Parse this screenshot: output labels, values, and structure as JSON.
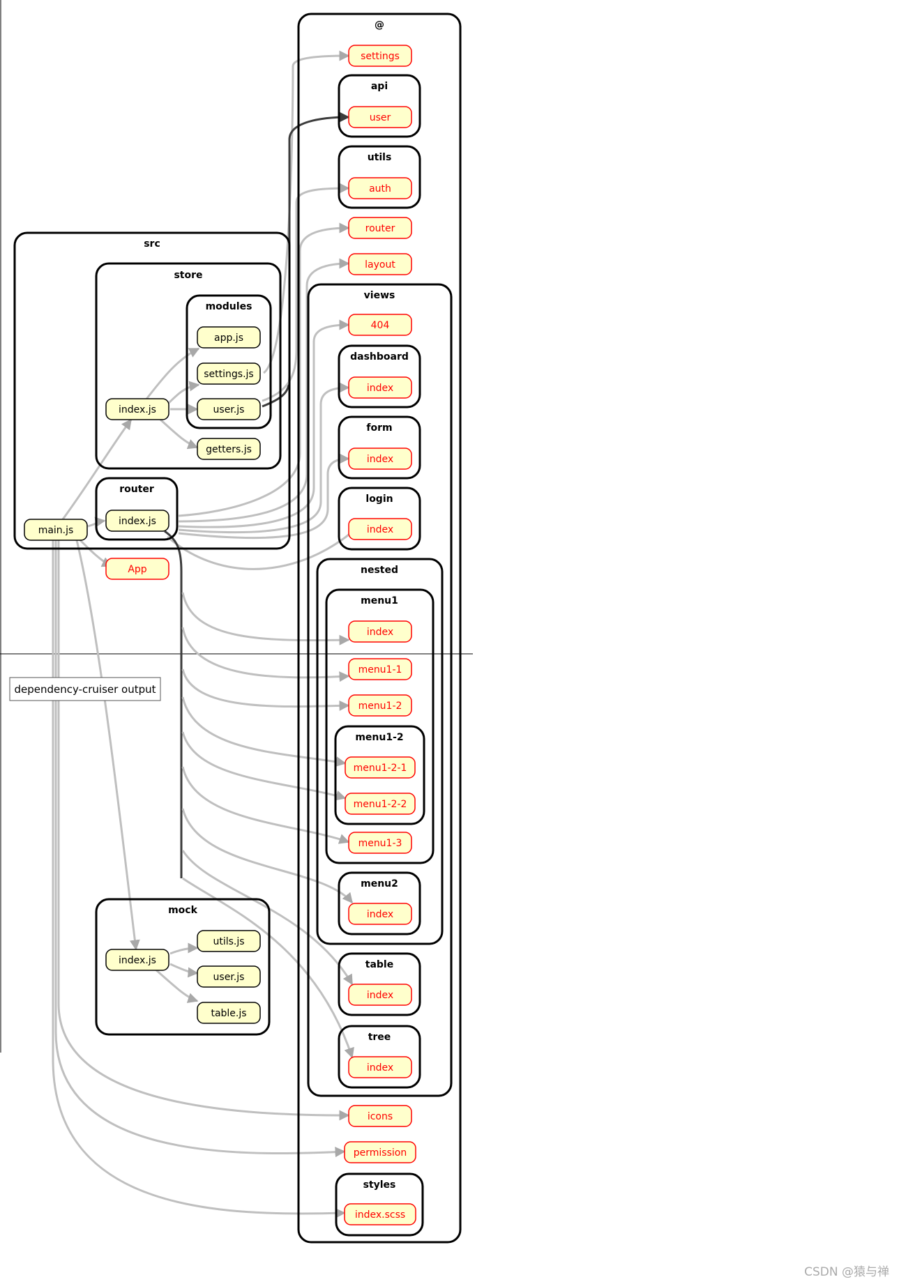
{
  "legend": {
    "text": "dependency-cruiser output"
  },
  "watermark": "CSDN @猿与禅",
  "colors": {
    "internal_fill": "#ffffcc",
    "alias_text": "#ff0000",
    "alias_border": "#ff0000",
    "edge": "#bfbfbf",
    "cluster_border": "#000000"
  },
  "clusters": {
    "src": "src",
    "store": "store",
    "modules": "modules",
    "router": "router",
    "mock": "mock",
    "at": "@",
    "api": "api",
    "utils": "utils",
    "views": "views",
    "dashboard": "dashboard",
    "form": "form",
    "login": "login",
    "nested": "nested",
    "menu1": "menu1",
    "menu1_2": "menu1-2",
    "menu2": "menu2",
    "table": "table",
    "tree": "tree",
    "styles": "styles"
  },
  "nodes": {
    "app_js": "app.js",
    "settings_js": "settings.js",
    "store_index": "index.js",
    "user_js": "user.js",
    "getters_js": "getters.js",
    "router_index": "index.js",
    "main_js": "main.js",
    "app": "App",
    "mock_index": "index.js",
    "mock_utils": "utils.js",
    "mock_user": "user.js",
    "mock_table": "table.js",
    "settings": "settings",
    "api_user": "user",
    "utils_auth": "auth",
    "router": "router",
    "layout": "layout",
    "v404": "404",
    "dashboard_index": "index",
    "form_index": "index",
    "login_index": "index",
    "menu1_index": "index",
    "menu1_1": "menu1-1",
    "menu1_2_node": "menu1-2",
    "menu1_2_1": "menu1-2-1",
    "menu1_2_2": "menu1-2-2",
    "menu1_3": "menu1-3",
    "menu2_index": "index",
    "table_index": "index",
    "tree_index": "index",
    "icons": "icons",
    "permission": "permission",
    "styles_index": "index.scss"
  }
}
